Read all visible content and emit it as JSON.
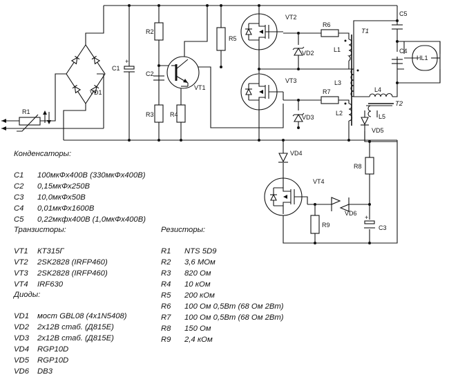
{
  "labels": {
    "vt1": "VT1",
    "vt2": "VT2",
    "vt3": "VT3",
    "vt4": "VT4",
    "vd1": "VD1",
    "vd2": "VD2",
    "vd3": "VD3",
    "vd4": "VD4",
    "vd5": "VD5",
    "vd6": "VD6",
    "r1": "R1",
    "r2": "R2",
    "r3": "R3",
    "r4": "R4",
    "r5": "R5",
    "r6": "R6",
    "r7": "R7",
    "r8": "R8",
    "r9": "R9",
    "c1": "C1",
    "c2": "C2",
    "c3": "C3",
    "c4": "C4",
    "c5": "C5",
    "l1": "L1",
    "l2": "L2",
    "l3": "L3",
    "l4": "L4",
    "l5": "L5",
    "t1": "T1",
    "t2": "T2",
    "hl1": "HL1",
    "plus": "+"
  },
  "capacitors": {
    "title": "Конденсаторы:",
    "items": [
      {
        "ref": "C1",
        "value": "100мкФх400В  (330мкФх400В)"
      },
      {
        "ref": "C2",
        "value": "0,15мкФх250В"
      },
      {
        "ref": "C3",
        "value": "10,0мкФх50В"
      },
      {
        "ref": "C4",
        "value": "0,01мкФх1600В"
      },
      {
        "ref": "C5",
        "value": "0,22мкфх400В  (1,0мкФх400В)"
      }
    ]
  },
  "transistors": {
    "title": "Транзисторы:",
    "items": [
      {
        "ref": "VT1",
        "value": "КТ315Г"
      },
      {
        "ref": "VT2",
        "value": "2SK2828  (IRFP460)"
      },
      {
        "ref": "VT3",
        "value": "2SK2828  (IRFP460)"
      },
      {
        "ref": "VT4",
        "value": "IRF630"
      }
    ]
  },
  "diodes": {
    "title": "Диоды:",
    "items": [
      {
        "ref": "VD1",
        "value": "мост GBL08  (4х1N5408)"
      },
      {
        "ref": "VD2",
        "value": "2х12В стаб.  (Д815Е)"
      },
      {
        "ref": "VD3",
        "value": "2х12В стаб.  (Д815Е)"
      },
      {
        "ref": "VD4",
        "value": "RGP10D"
      },
      {
        "ref": "VD5",
        "value": "RGP10D"
      },
      {
        "ref": "VD6",
        "value": "DB3"
      }
    ]
  },
  "resistors": {
    "title": "Резисторы:",
    "items": [
      {
        "ref": "R1",
        "value": "NTS 5D9"
      },
      {
        "ref": "R2",
        "value": "3,6 МОм"
      },
      {
        "ref": "R3",
        "value": "820 Ом"
      },
      {
        "ref": "R4",
        "value": "10 кОм"
      },
      {
        "ref": "R5",
        "value": "200 кОм"
      },
      {
        "ref": "R6",
        "value": "100 Ом  0,5Вт (68 Ом 2Вт)"
      },
      {
        "ref": "R7",
        "value": "100 Ом  0,5Вт (68 Ом 2Вт)"
      },
      {
        "ref": "R8",
        "value": "150 Ом"
      },
      {
        "ref": "R9",
        "value": "2,4 кОм"
      }
    ]
  }
}
